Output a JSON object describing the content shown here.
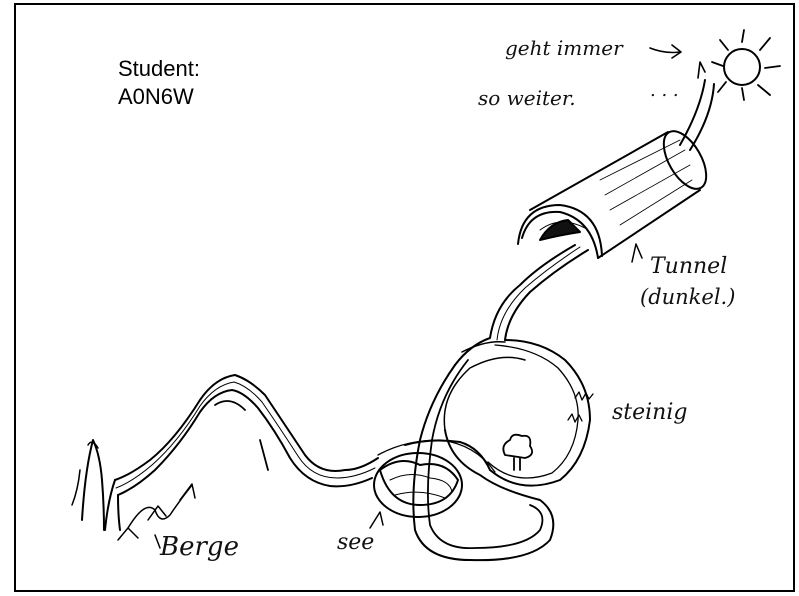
{
  "student": {
    "label": "Student:",
    "id": "A0N6W"
  },
  "annotations": {
    "continues_line1": "geht immer",
    "continues_line2": "so weiter.",
    "dots": ". . .",
    "tunnel": "Tunnel",
    "tunnel_note": "(dunkel.)",
    "rocky": "steinig",
    "mountains": "Berge",
    "lake": "see"
  },
  "colors": {
    "ink": "#000000",
    "paper": "#ffffff",
    "tunnel_opening": "#111111"
  },
  "icons": [
    "sun-icon",
    "tree-icon",
    "arrow-icon"
  ]
}
